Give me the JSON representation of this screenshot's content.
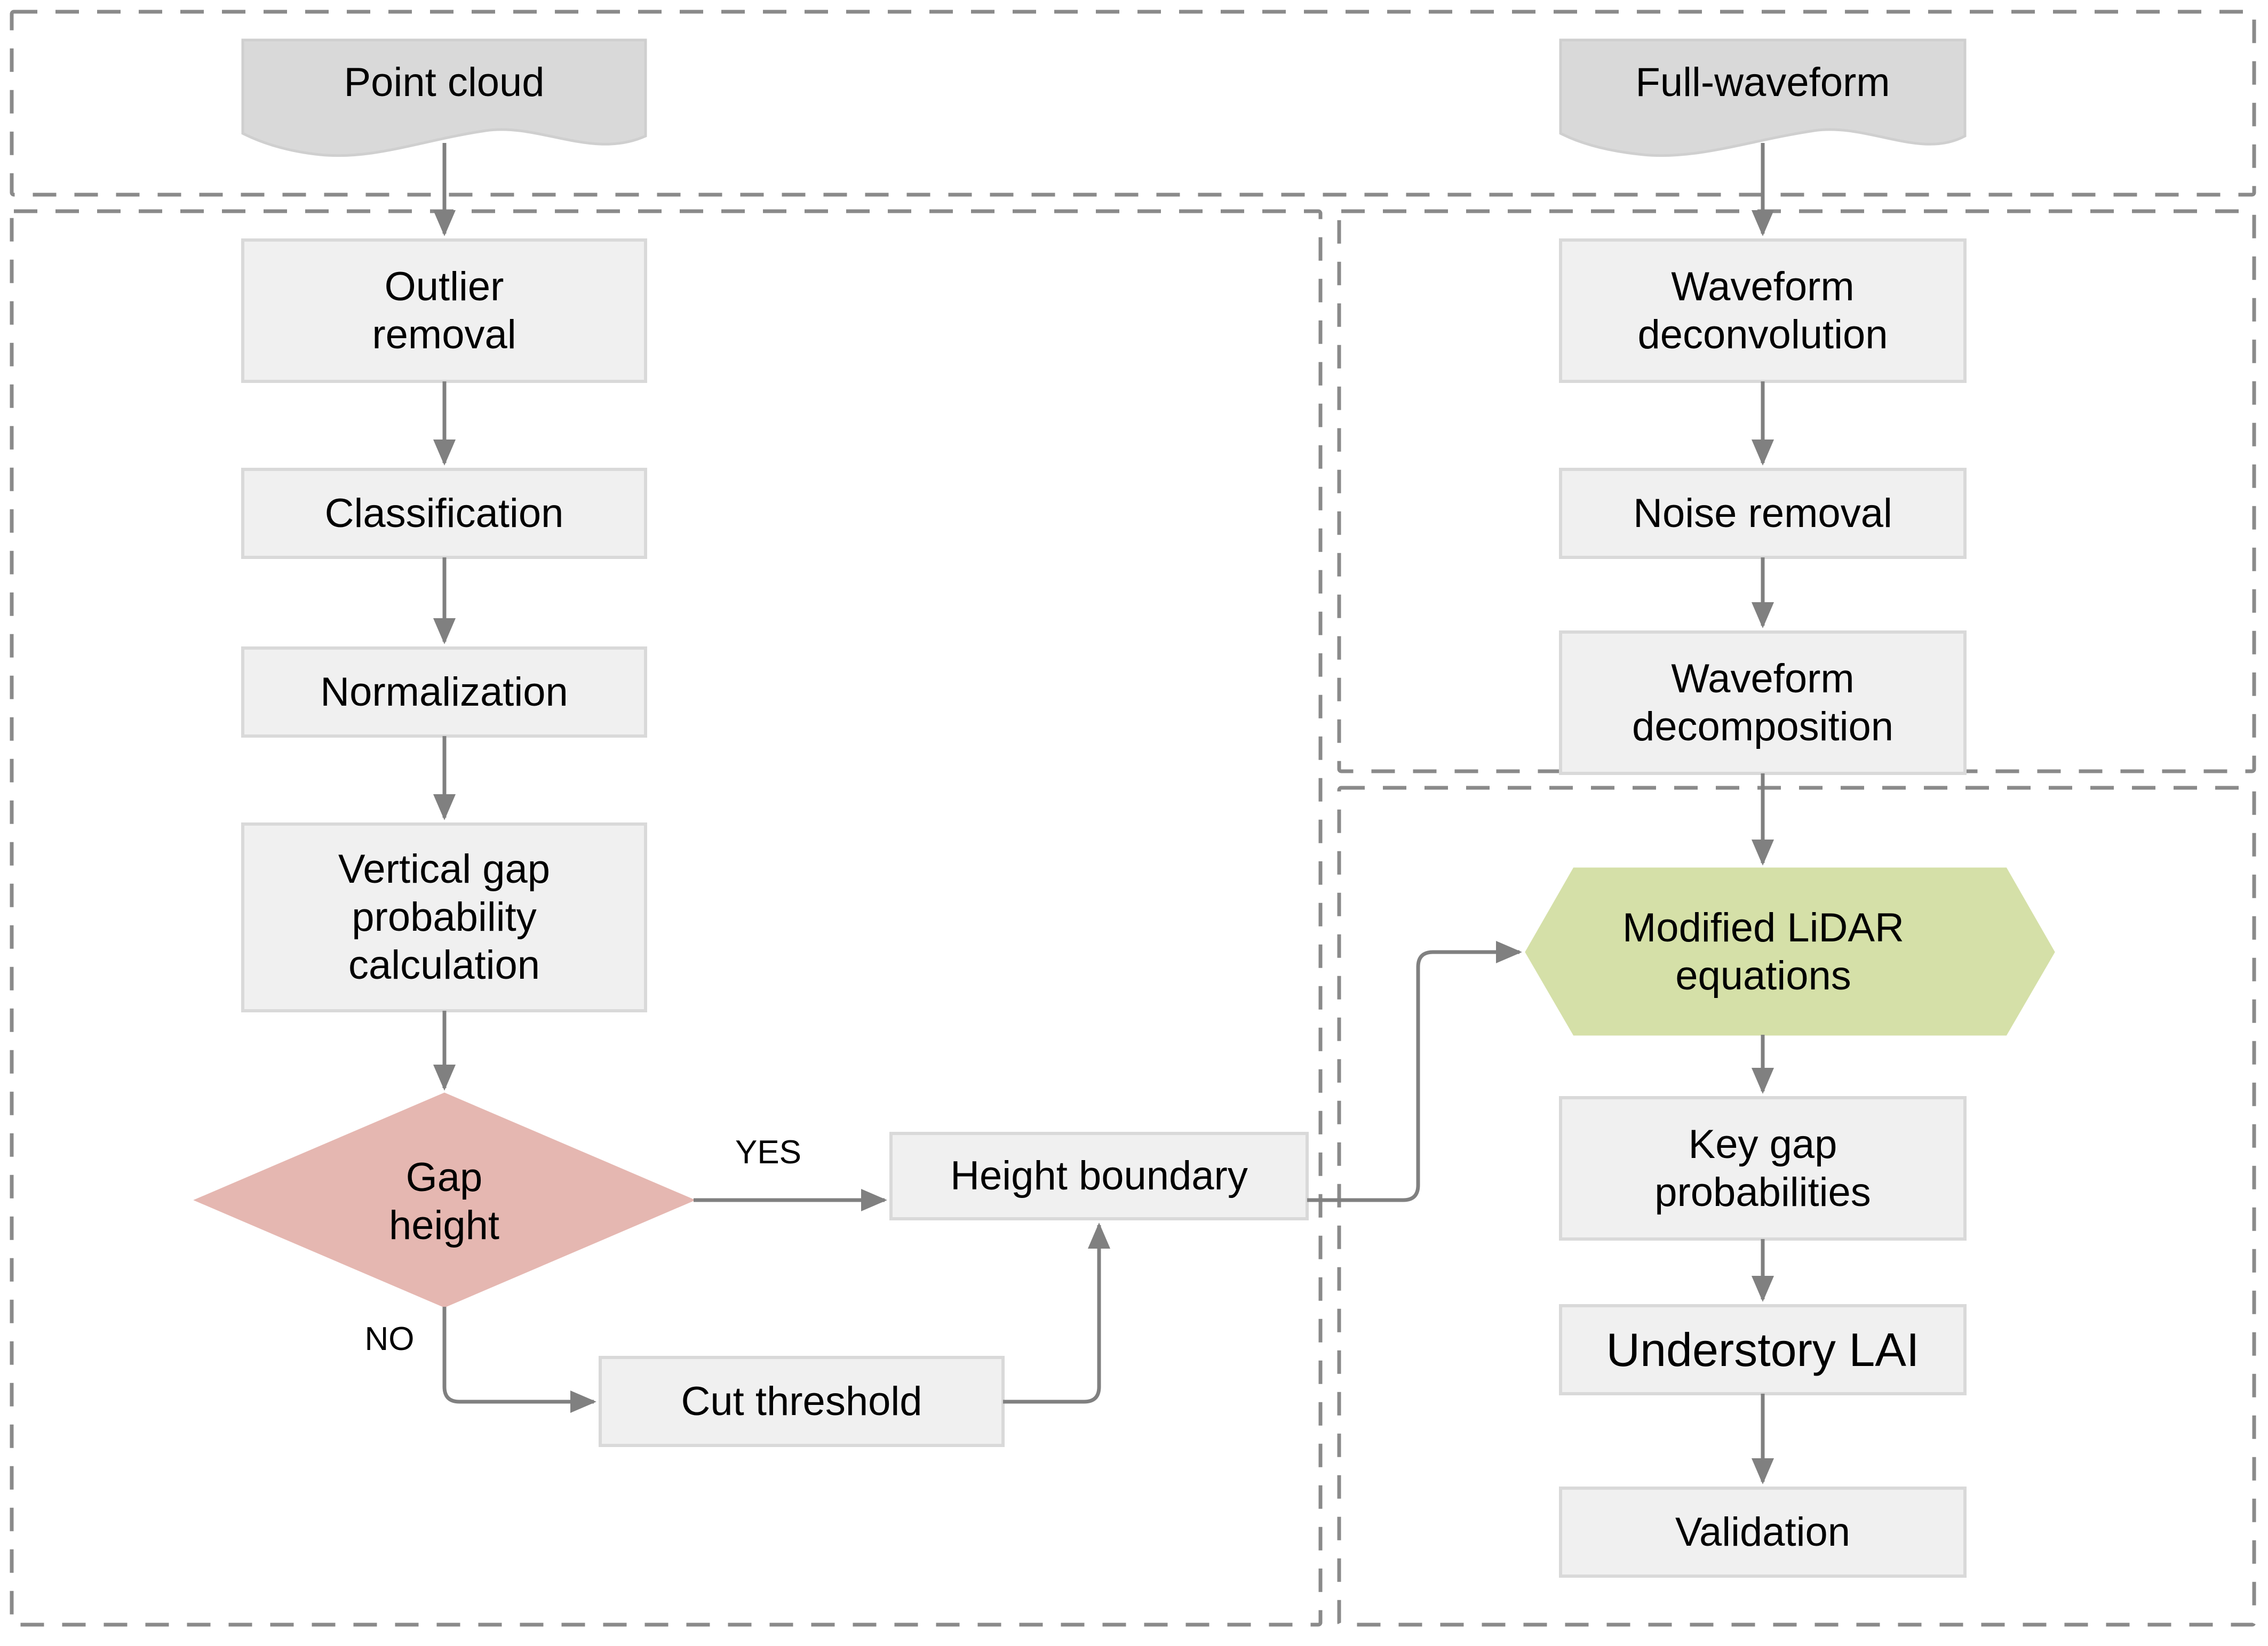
{
  "diagram": {
    "type": "flowchart",
    "title": "LiDAR understory LAI processing workflow",
    "colors": {
      "panel_border": "#8a8a8a",
      "process_fill": "#f0f0f0",
      "process_border": "#d6d6d6",
      "source_fill": "#d9d9d9",
      "source_border": "#cfcfcf",
      "decision_fill": "#e5b7b1",
      "equation_fill": "#d5e0a8",
      "connector": "#808080",
      "text": "#000000"
    }
  },
  "panels": [
    {
      "id": "panel-data-sources",
      "label": ""
    },
    {
      "id": "panel-point-cloud-processing",
      "label": ""
    },
    {
      "id": "panel-waveform-processing",
      "label": ""
    },
    {
      "id": "panel-lai-retrieval",
      "label": ""
    }
  ],
  "nodes": {
    "point_cloud": {
      "label": "Point cloud",
      "shape": "document",
      "fill": "#d9d9d9"
    },
    "full_waveform": {
      "label": "Full-waveform",
      "shape": "document",
      "fill": "#d9d9d9"
    },
    "outlier_removal": {
      "label": "Outlier\nremoval",
      "shape": "process",
      "fill": "#f0f0f0"
    },
    "classification": {
      "label": "Classification",
      "shape": "process",
      "fill": "#f0f0f0"
    },
    "normalization": {
      "label": "Normalization",
      "shape": "process",
      "fill": "#f0f0f0"
    },
    "vertical_gap": {
      "label": "Vertical gap\nprobability\ncalculation",
      "shape": "process",
      "fill": "#f0f0f0"
    },
    "gap_height": {
      "label": "Gap\nheight",
      "shape": "decision",
      "fill": "#e5b7b1"
    },
    "height_boundary": {
      "label": "Height boundary",
      "shape": "process",
      "fill": "#f0f0f0"
    },
    "cut_threshold": {
      "label": "Cut threshold",
      "shape": "process",
      "fill": "#f0f0f0"
    },
    "waveform_deconvolution": {
      "label": "Waveform\ndeconvolution",
      "shape": "process",
      "fill": "#f0f0f0"
    },
    "noise_removal": {
      "label": "Noise removal",
      "shape": "process",
      "fill": "#f0f0f0"
    },
    "waveform_decomposition": {
      "label": "Waveform\ndecomposition",
      "shape": "process",
      "fill": "#f0f0f0"
    },
    "modified_lidar_equations": {
      "label": "Modified LiDAR\nequations",
      "shape": "hexagon",
      "fill": "#d5e0a8"
    },
    "key_gap_probabilities": {
      "label": "Key gap\nprobabilities",
      "shape": "process",
      "fill": "#f0f0f0"
    },
    "understory_lai": {
      "label": "Understory LAI",
      "shape": "process",
      "fill": "#f0f0f0"
    },
    "validation": {
      "label": "Validation",
      "shape": "process",
      "fill": "#f0f0f0"
    }
  },
  "edge_labels": {
    "yes": "YES",
    "no": "NO"
  },
  "edges": [
    {
      "from": "point_cloud",
      "to": "outlier_removal",
      "label": ""
    },
    {
      "from": "outlier_removal",
      "to": "classification",
      "label": ""
    },
    {
      "from": "classification",
      "to": "normalization",
      "label": ""
    },
    {
      "from": "normalization",
      "to": "vertical_gap",
      "label": ""
    },
    {
      "from": "vertical_gap",
      "to": "gap_height",
      "label": ""
    },
    {
      "from": "gap_height",
      "to": "height_boundary",
      "label": "YES"
    },
    {
      "from": "gap_height",
      "to": "cut_threshold",
      "label": "NO"
    },
    {
      "from": "cut_threshold",
      "to": "height_boundary",
      "label": ""
    },
    {
      "from": "height_boundary",
      "to": "modified_lidar_equations",
      "label": ""
    },
    {
      "from": "full_waveform",
      "to": "waveform_deconvolution",
      "label": ""
    },
    {
      "from": "waveform_deconvolution",
      "to": "noise_removal",
      "label": ""
    },
    {
      "from": "noise_removal",
      "to": "waveform_decomposition",
      "label": ""
    },
    {
      "from": "waveform_decomposition",
      "to": "modified_lidar_equations",
      "label": ""
    },
    {
      "from": "modified_lidar_equations",
      "to": "key_gap_probabilities",
      "label": ""
    },
    {
      "from": "key_gap_probabilities",
      "to": "understory_lai",
      "label": ""
    },
    {
      "from": "understory_lai",
      "to": "validation",
      "label": ""
    }
  ]
}
